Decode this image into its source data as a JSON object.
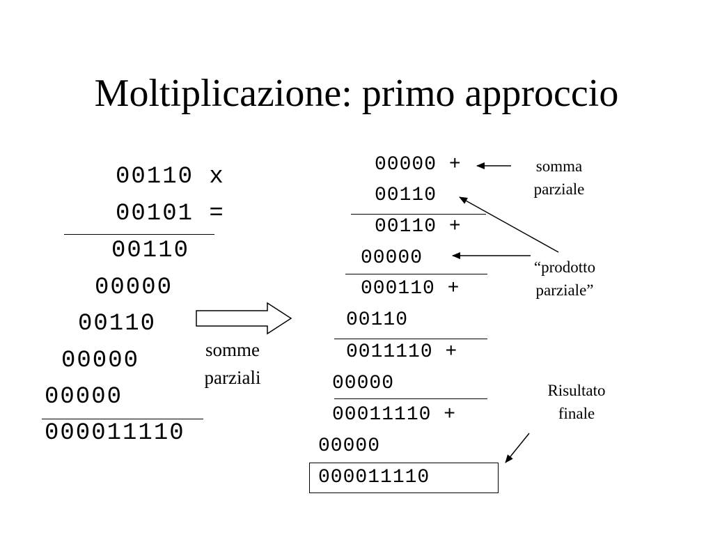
{
  "slide": {
    "title": "Moltiplicazione: primo approccio",
    "left": {
      "multiplicand": "00110 x",
      "multiplier": "00101 =",
      "partial_1": "00110",
      "partial_2": "00000",
      "partial_3": "00110",
      "partial_4": "00000",
      "partial_5": "00000",
      "result": "000011110"
    },
    "arrow_label": {
      "line1": "somme",
      "line2": "parziali"
    },
    "right": {
      "row_1": "00000 +",
      "row_2": "00110",
      "row_3": "00110 +",
      "row_4": "00000",
      "row_5": "000110 +",
      "row_6": "00110",
      "row_7": "0011110 +",
      "row_8": "00000",
      "row_9": "00011110 +",
      "row_10": "00000",
      "result": "000011110"
    },
    "annotations": {
      "somma_parziale": {
        "line1": "somma",
        "line2": "parziale"
      },
      "prodotto_parziale": {
        "line1": "“prodotto",
        "line2": "parziale”"
      },
      "risultato_finale": {
        "line1": "Risultato",
        "line2": "finale"
      }
    }
  }
}
